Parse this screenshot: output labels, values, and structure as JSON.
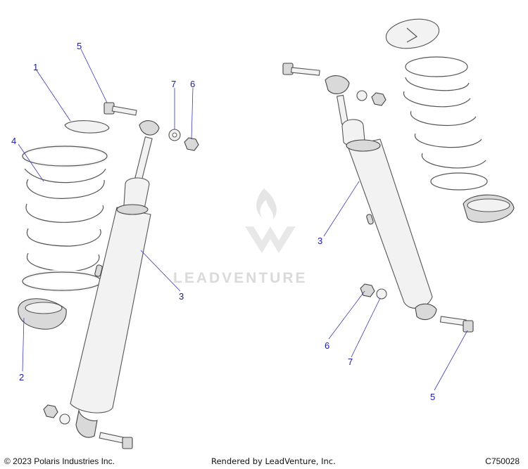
{
  "callouts": {
    "left_1": "1",
    "left_2": "2",
    "left_3": "3",
    "left_4": "4",
    "left_5": "5",
    "left_6": "6",
    "left_7": "7",
    "right_3": "3",
    "right_5": "5",
    "right_6": "6",
    "right_7": "7"
  },
  "watermark": {
    "text": "LEADVENTURE"
  },
  "footer": {
    "copyright": "© 2023 Polaris Industries Inc.",
    "rendered_by": "Rendered by LeadVenture, Inc.",
    "code": "C750028"
  },
  "colors": {
    "callout": "#1a1aa6",
    "line": "#555555",
    "part_fill": "#f2f2f2",
    "watermark": "#d6d6d6"
  }
}
